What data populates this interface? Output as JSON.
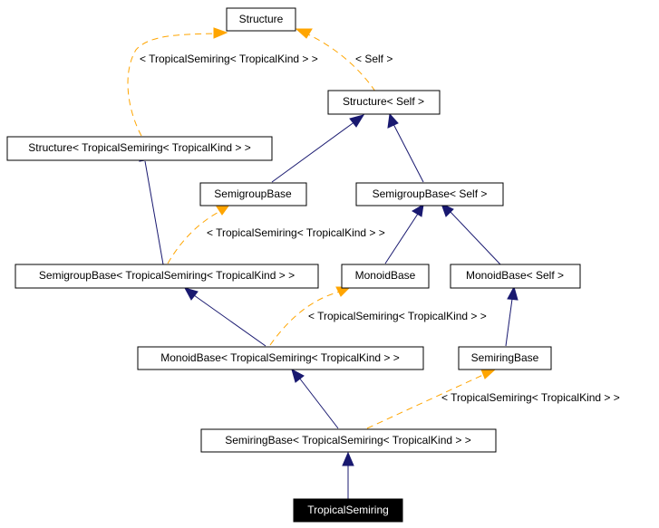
{
  "nodes": {
    "structure": "Structure",
    "structure_self": "Structure< Self >",
    "structure_tropical": "Structure< TropicalSemiring< TropicalKind > >",
    "semigroupbase": "SemigroupBase",
    "semigroupbase_self": "SemigroupBase< Self >",
    "semigroupbase_tropical": "SemigroupBase< TropicalSemiring< TropicalKind > >",
    "monoidbase": "MonoidBase",
    "monoidbase_self": "MonoidBase< Self >",
    "monoidbase_tropical": "MonoidBase< TropicalSemiring< TropicalKind > >",
    "semiringbase": "SemiringBase",
    "semiringbase_tropical": "SemiringBase< TropicalSemiring< TropicalKind > >",
    "tropicalsemiring": "TropicalSemiring"
  },
  "edge_labels": {
    "structure_tropical": "< TropicalSemiring< TropicalKind > >",
    "structure_self": "< Self >",
    "semigroupbase_tropical": "< TropicalSemiring< TropicalKind > >",
    "monoidbase_tropical": "< TropicalSemiring< TropicalKind > >",
    "semiringbase_tropical": "< TropicalSemiring< TropicalKind > >"
  },
  "colors": {
    "inheritance_edge": "#191970",
    "template_edge": "#ffa500",
    "current_node_fill": "#000000",
    "current_node_text": "#ffffff"
  }
}
